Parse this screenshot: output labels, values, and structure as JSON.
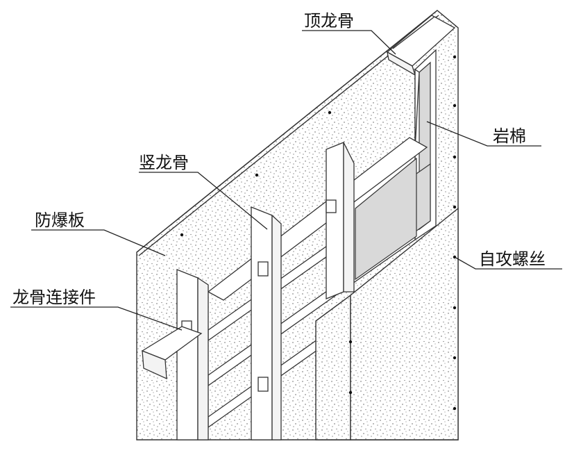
{
  "labels": {
    "top_track": "顶龙骨",
    "rock_wool": "岩棉",
    "vertical_stud": "竖龙骨",
    "fireproof_board": "防爆板",
    "self_tapping_screw": "自攻螺丝",
    "keel_connector": "龙骨连接件"
  },
  "colors": {
    "line": "#333333",
    "rock_wool_fill": "#d9d9d9",
    "background": "#ffffff"
  }
}
